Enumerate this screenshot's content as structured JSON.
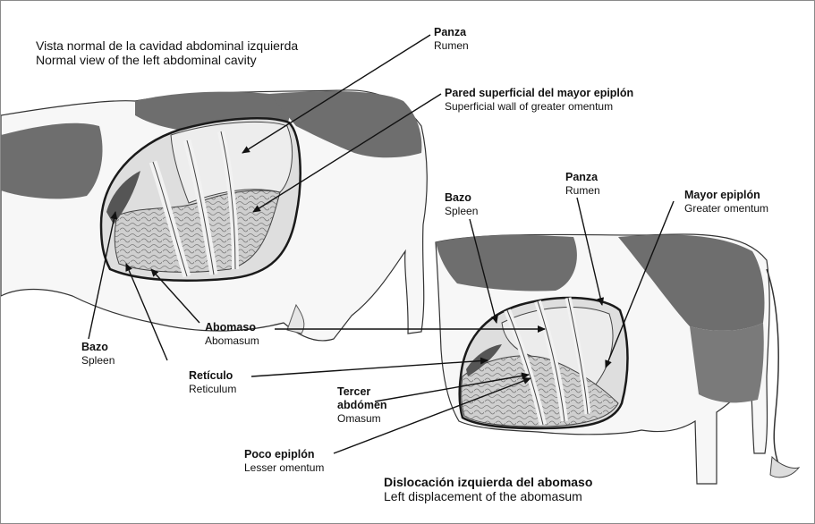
{
  "titles": {
    "normal_es": "Vista normal de la cavidad abdominal izquierda",
    "normal_en": "Normal view of the left abdominal cavity",
    "displaced_es": "Dislocación izquierda del abomaso",
    "displaced_en": "Left displacement of the abomasum"
  },
  "labels": {
    "rumen_top": {
      "es": "Panza",
      "en": "Rumen"
    },
    "superficial_wall": {
      "es": "Pared superficial del mayor epiplón",
      "en": "Superficial wall of greater omentum"
    },
    "spleen_right": {
      "es": "Bazo",
      "en": "Spleen"
    },
    "rumen_right": {
      "es": "Panza",
      "en": "Rumen"
    },
    "greater_omentum": {
      "es": "Mayor epiplón",
      "en": "Greater omentum"
    },
    "abomasum": {
      "es": "Abomaso",
      "en": "Abomasum"
    },
    "spleen_left": {
      "es": "Bazo",
      "en": "Spleen"
    },
    "reticulum": {
      "es": "Retículo",
      "en": "Reticulum"
    },
    "omasum": {
      "es1": "Tercer",
      "es2": "abdómen",
      "en": "Omasum"
    },
    "lesser_omentum": {
      "es": "Poco epiplón",
      "en": "Lesser omentum"
    }
  },
  "colors": {
    "patch": "#6e6e6e",
    "outline": "#1a1a1a",
    "organ": "#dcdcdc",
    "intestine": "#c4c4c4"
  }
}
